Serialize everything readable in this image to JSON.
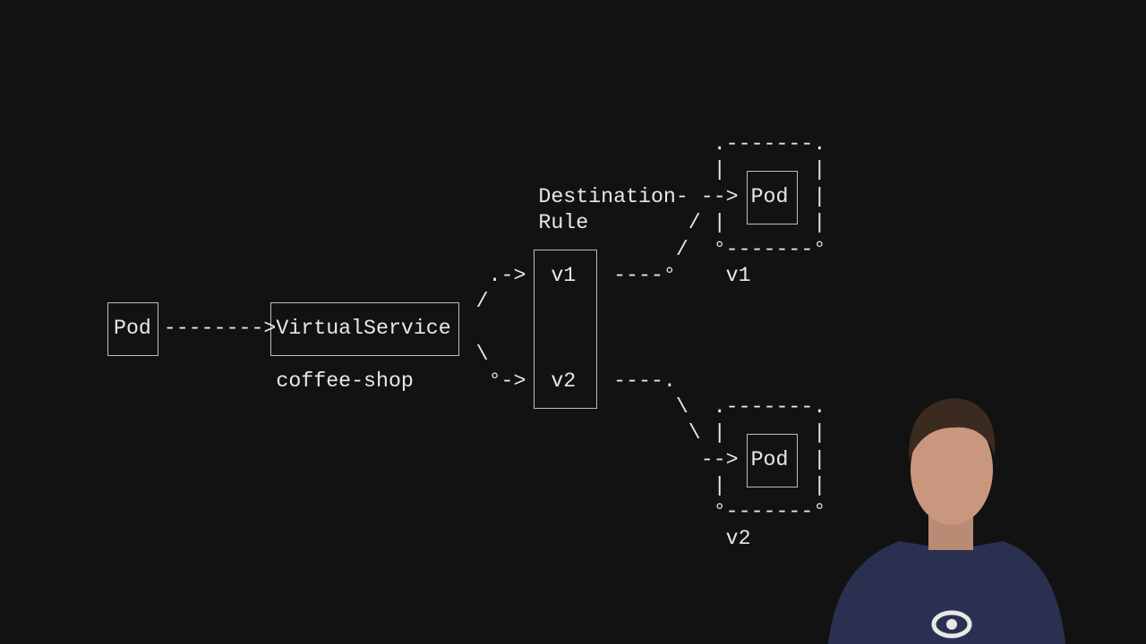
{
  "diagram": {
    "rows": [
      "                                                .-------.",
      "                                                |       |",
      "                                  Destination- --> Pod  |",
      "                                  Rule        / |       |",
      "                                             /  °-------°",
      "                              .->  v1   ----°    v1",
      "                             /",
      "Pod -------->VirtualService",
      "                             \\",
      "             coffee-shop      °->  v2   ----.",
      "                                             \\  .-------.",
      "                                              \\ |       |",
      "                                               --> Pod  |",
      "                                                |       |",
      "                                                °-------°",
      "                                                 v2"
    ]
  },
  "presenter": {
    "shirt_color": "#2a3150",
    "logo_icon": "eye-icon"
  }
}
